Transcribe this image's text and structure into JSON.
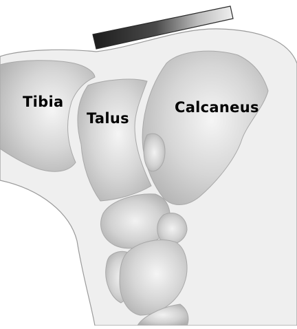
{
  "labels": {
    "tibia": "Tibia",
    "talus": "Talus",
    "calcaneus": "Calcaneus"
  },
  "colors": {
    "background": "#ffffff",
    "soft_tissue": "#efefef",
    "outline": "#9a9a9a",
    "bone_light": "#f4f4f4",
    "bone_dark": "#b8b8b8",
    "plate_light": "#eeeeee",
    "plate_dark": "#1e1e1e"
  }
}
